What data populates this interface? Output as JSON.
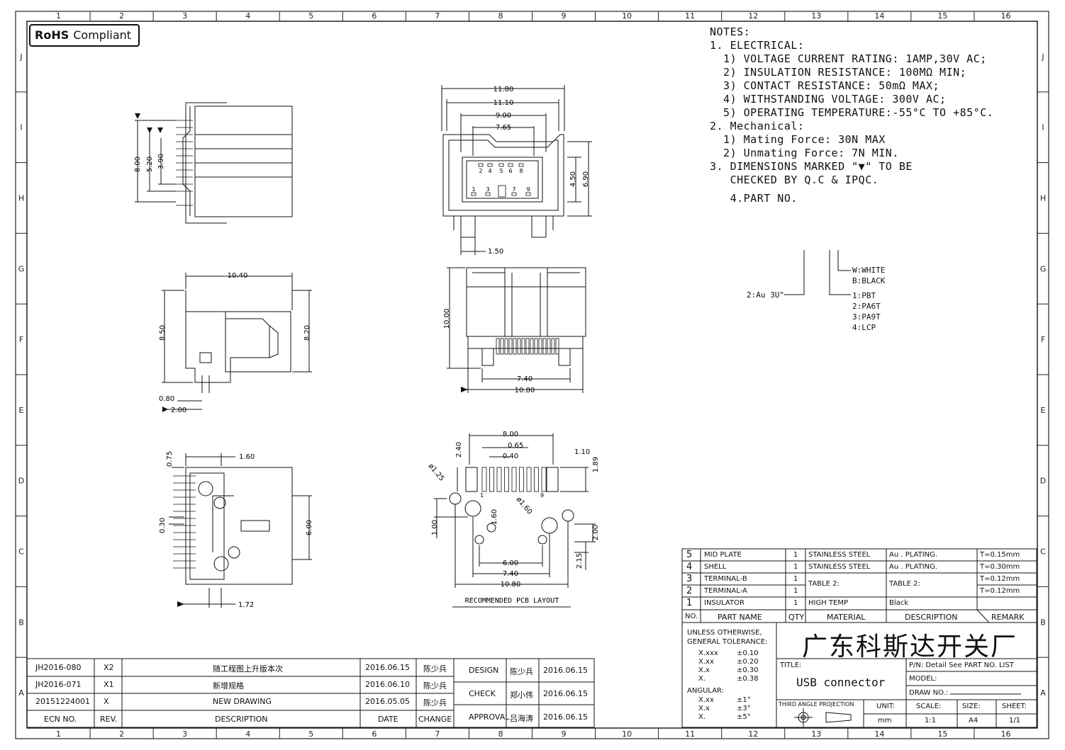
{
  "frame": {
    "col_numbers": [
      "1",
      "2",
      "3",
      "4",
      "5",
      "6",
      "7",
      "8",
      "9",
      "10",
      "11",
      "12",
      "13",
      "14",
      "15",
      "16"
    ],
    "row_letters": [
      "J",
      "I",
      "H",
      "G",
      "F",
      "E",
      "D",
      "C",
      "B",
      "A"
    ]
  },
  "badge": {
    "strong": "RoHS",
    "text": "Compliant"
  },
  "notes": {
    "lines": [
      "NOTES:",
      "1. ELECTRICAL:",
      "  1) VOLTAGE CURRENT RATING: 1AMP,30V AC;",
      "  2) INSULATION RESISTANCE: 100MΩ MIN;",
      "  3) CONTACT RESISTANCE: 50mΩ MAX;",
      "  4) WITHSTANDING VOLTAGE: 300V AC;",
      "  5) OPERATING TEMPERATURE:-55°C TO +85°C.",
      "2. Mechanical:",
      "  1) Mating Force: 30N MAX",
      "  2) Unmating Force: 7N MIN.",
      "3. DIMENSIONS MARKED \"▼\" TO BE",
      "   CHECKED BY Q.C & IPQC.",
      "   4.PART NO."
    ],
    "part_codes": {
      "color": [
        "W:WHITE",
        "B:BLACK"
      ],
      "material": [
        "1:PBT",
        "2:PA6T",
        "3:PA9T",
        "4:LCP"
      ],
      "plating": "2:Au 3U\""
    }
  },
  "dims": {
    "side_view": [
      "8.00",
      "5.20",
      "3.90"
    ],
    "front_view": [
      "11.80",
      "11.10",
      "9.00",
      "7.65",
      "4.50",
      "6.90",
      "1.50"
    ],
    "pin_numbers_top": [
      "2",
      "4",
      "5",
      "6",
      "8"
    ],
    "pin_numbers_bottom": [
      "1",
      "3",
      "7",
      "9"
    ],
    "left_view": [
      "10.40",
      "8.50",
      "8.20",
      "0.80",
      "2.00"
    ],
    "bottom_view": [
      "10.00",
      "7.40",
      "10.80"
    ],
    "top_view": [
      "1.60",
      "0.75",
      "0.30",
      "6.00",
      "1.72"
    ],
    "pcb_layout": [
      "8.00",
      "0.65",
      "0.40",
      "2.40",
      "1.10",
      "1.89",
      "ø1.25",
      "ø1.60",
      "1.60",
      "1.00",
      "2.00",
      "2.15",
      "6.00",
      "7.40",
      "10.80"
    ],
    "pcb_pin_labels": [
      "1",
      "9"
    ],
    "pcb_caption": "RECOMMENDED PCB LAYOUT"
  },
  "bom": {
    "headers": [
      "NO.",
      "PART NAME",
      "QTY",
      "MATERIAL",
      "DESCRIPTION",
      "REMARK"
    ],
    "rows": [
      {
        "no": "5",
        "name": "MID PLATE",
        "qty": "1",
        "material": "STAINLESS STEEL",
        "description": "Au . PLATING.",
        "remark": "T=0.15mm"
      },
      {
        "no": "4",
        "name": "SHELL",
        "qty": "1",
        "material": "STAINLESS STEEL",
        "description": "Au . PLATING.",
        "remark": "T=0.30mm"
      },
      {
        "no": "3",
        "name": "TERMINAL-B",
        "qty": "1",
        "material": "TABLE 2:",
        "description": "TABLE 2:",
        "remark": "T=0.12mm"
      },
      {
        "no": "2",
        "name": "TERMINAL-A",
        "qty": "1",
        "material": "",
        "description": "",
        "remark": "T=0.12mm"
      },
      {
        "no": "1",
        "name": "INSULATOR",
        "qty": "1",
        "material": "HIGH TEMP",
        "description": "Black",
        "remark": ""
      }
    ]
  },
  "tolerance": {
    "title1": "UNLESS OTHERWISE,",
    "title2": "GENERAL TOLERANCE:",
    "linear": [
      [
        "X.xxx",
        "±0.10"
      ],
      [
        "X.xx",
        "±0.20"
      ],
      [
        "X.x",
        "±0.30"
      ],
      [
        "X.",
        "±0.38"
      ]
    ],
    "angular_label": "ANGULAR:",
    "angular": [
      [
        "X.xx",
        "±1°"
      ],
      [
        "X.x",
        "±3°"
      ],
      [
        "X.",
        "±5°"
      ]
    ]
  },
  "title_block": {
    "company": "广东科斯达开关厂",
    "title_label": "TITLE:",
    "title_value": "USB connector",
    "pn": "P/N: Detail See PART NO. LIST",
    "model": "MODEL:",
    "drawing_no": "DRAW NO.:",
    "projection": "THIRD ANGLE PROJECTION",
    "unit_label": "UNIT:",
    "unit": "mm",
    "scale_label": "SCALE:",
    "scale": "1:1",
    "size_label": "SIZE:",
    "size": "A4",
    "sheet_label": "SHEET:",
    "sheet": "1/1"
  },
  "revisions": {
    "rows": [
      {
        "ecn": "JH2016-080",
        "rev": "X2",
        "desc": "随工程图上升版本次",
        "date": "2016.06.15",
        "change": "陈少兵"
      },
      {
        "ecn": "JH2016-071",
        "rev": "X1",
        "desc": "新增规格",
        "date": "2016.06.10",
        "change": "陈少兵"
      },
      {
        "ecn": "20151224001",
        "rev": "X",
        "desc": "NEW DRAWING",
        "date": "2016.05.05",
        "change": "陈少兵"
      }
    ],
    "headers": {
      "ecn": "ECN NO.",
      "rev": "REV.",
      "desc": "DESCRIPTION",
      "date": "DATE",
      "change": "CHANGE"
    }
  },
  "approvals": [
    {
      "role": "DESIGN",
      "name": "陈少兵",
      "date": "2016.06.15"
    },
    {
      "role": "CHECK",
      "name": "郑小伟",
      "date": "2016.06.15"
    },
    {
      "role": "APPROVAL",
      "name": "吕海涛",
      "date": "2016.06.15"
    }
  ]
}
